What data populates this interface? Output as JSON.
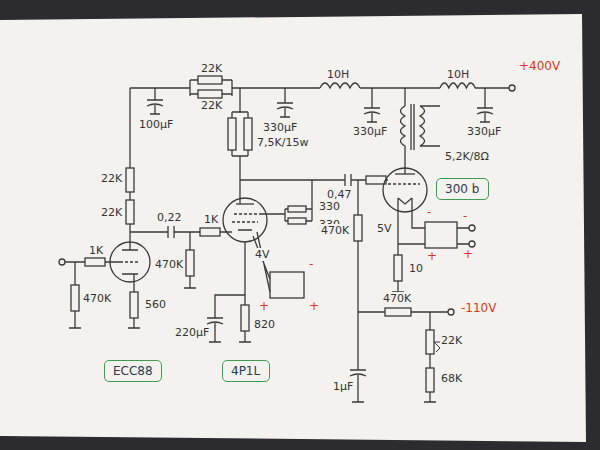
{
  "diagram": {
    "nodes": [
      {
        "text": [
          "ECC88"
        ]
      },
      {
        "text": [
          "4P1L"
        ]
      },
      {
        "text": [
          "300 b"
        ]
      }
    ],
    "labels": [
      "22K",
      "22K",
      "100µF",
      "10H",
      "10H",
      "+400V",
      "330µF",
      "330µF",
      "330µF",
      "7,5K/15w",
      "5,2K/8Ω",
      "0,47",
      "330",
      "330",
      "22K",
      "22K",
      "0,22",
      "1K",
      "4V",
      "5V",
      "470K",
      "1K",
      "470K",
      "560",
      "470K",
      "220µF",
      "820",
      "10",
      "470K",
      "-110V",
      "22K",
      "68K",
      "1µF",
      "-",
      "+",
      "+",
      "-",
      "+",
      "-",
      "+"
    ]
  }
}
